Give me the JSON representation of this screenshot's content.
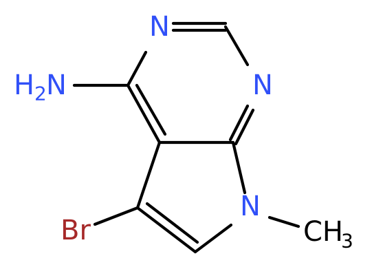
{
  "colors": {
    "nitrogen": "#3050F8",
    "bromine": "#A62929",
    "carbon": "#000000",
    "background": "#FFFFFF"
  },
  "atoms": {
    "n_top": {
      "symbol": "N"
    },
    "n_right": {
      "symbol": "N"
    },
    "n_pyrrole": {
      "symbol": "N"
    },
    "amine": {
      "symbol": "H",
      "subscript": "2",
      "suffix": "N"
    },
    "bromine": {
      "symbol": "Br"
    },
    "methyl": {
      "symbol": "CH",
      "subscript": "3"
    }
  }
}
